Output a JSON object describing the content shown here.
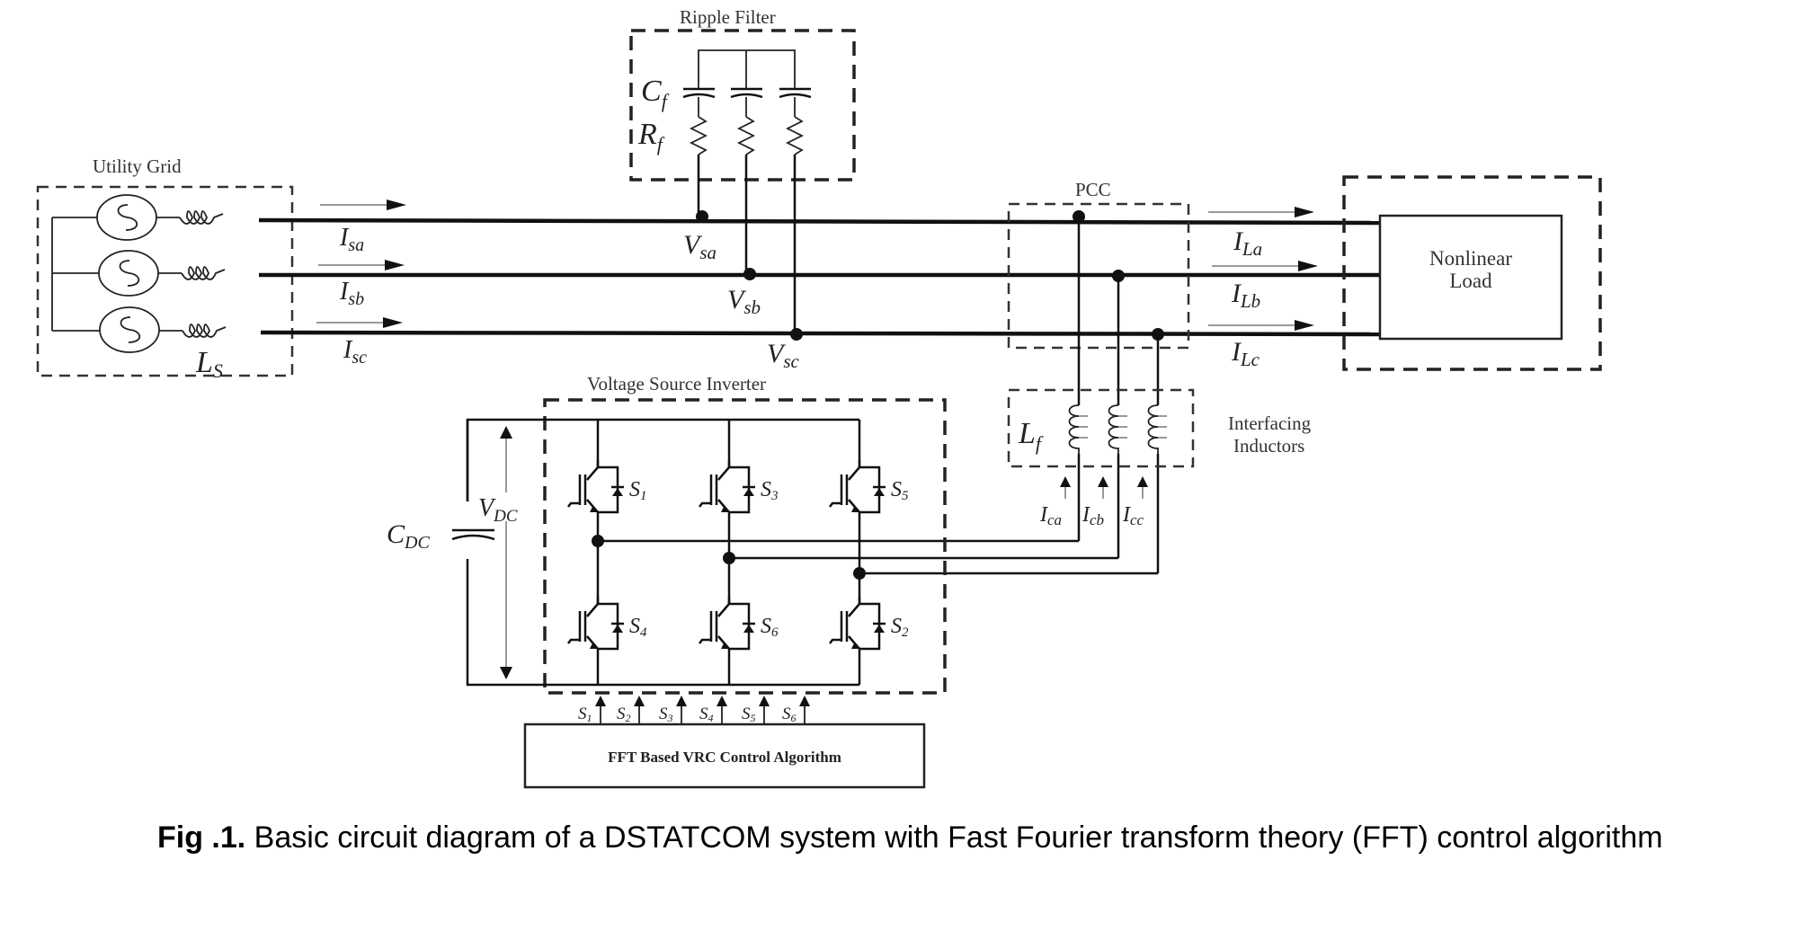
{
  "figure": {
    "blocks": {
      "utility_grid": "Utility  Grid",
      "ripple_filter": "Ripple Filter",
      "pcc": "PCC",
      "nonlinear_load_line1": "Nonlinear",
      "nonlinear_load_line2": "Load",
      "vsi": "Voltage Source Inverter",
      "interfacing_line1": "Interfacing",
      "interfacing_line2": "Inductors",
      "controller": "FFT Based VRC Control  Algorithm"
    },
    "symbols": {
      "Ls": {
        "main": "L",
        "sub": "S"
      },
      "Cf": {
        "main": "C",
        "sub": "f"
      },
      "Rf": {
        "main": "R",
        "sub": "f"
      },
      "Lf": {
        "main": "L",
        "sub": "f"
      },
      "Cdc": {
        "main": "C",
        "sub": "DC"
      },
      "Vdc": {
        "main": "V",
        "sub": "DC"
      },
      "Isa": {
        "main": "I",
        "sub": "sa"
      },
      "Isb": {
        "main": "I",
        "sub": "sb"
      },
      "Isc": {
        "main": "I",
        "sub": "sc"
      },
      "Vsa": {
        "main": "V",
        "sub": "sa"
      },
      "Vsb": {
        "main": "V",
        "sub": "sb"
      },
      "Vsc": {
        "main": "V",
        "sub": "sc"
      },
      "ILa": {
        "main": "I",
        "sub": "La"
      },
      "ILb": {
        "main": "I",
        "sub": "Lb"
      },
      "ILc": {
        "main": "I",
        "sub": "Lc"
      },
      "Ica": {
        "main": "I",
        "sub": "ca"
      },
      "Icb": {
        "main": "I",
        "sub": "cb"
      },
      "Icc": {
        "main": "I",
        "sub": "cc"
      }
    },
    "switches": [
      {
        "main": "S",
        "sub": "1"
      },
      {
        "main": "S",
        "sub": "3"
      },
      {
        "main": "S",
        "sub": "5"
      },
      {
        "main": "S",
        "sub": "4"
      },
      {
        "main": "S",
        "sub": "6"
      },
      {
        "main": "S",
        "sub": "2"
      }
    ],
    "gate_signals": [
      {
        "main": "S",
        "sub": "1"
      },
      {
        "main": "S",
        "sub": "2"
      },
      {
        "main": "S",
        "sub": "3"
      },
      {
        "main": "S",
        "sub": "4"
      },
      {
        "main": "S",
        "sub": "5"
      },
      {
        "main": "S",
        "sub": "6"
      }
    ]
  },
  "caption": {
    "prefix": "Fig .1.",
    "text": " Basic circuit diagram of a DSTATCOM system with Fast Fourier transform theory (FFT) control algorithm"
  }
}
